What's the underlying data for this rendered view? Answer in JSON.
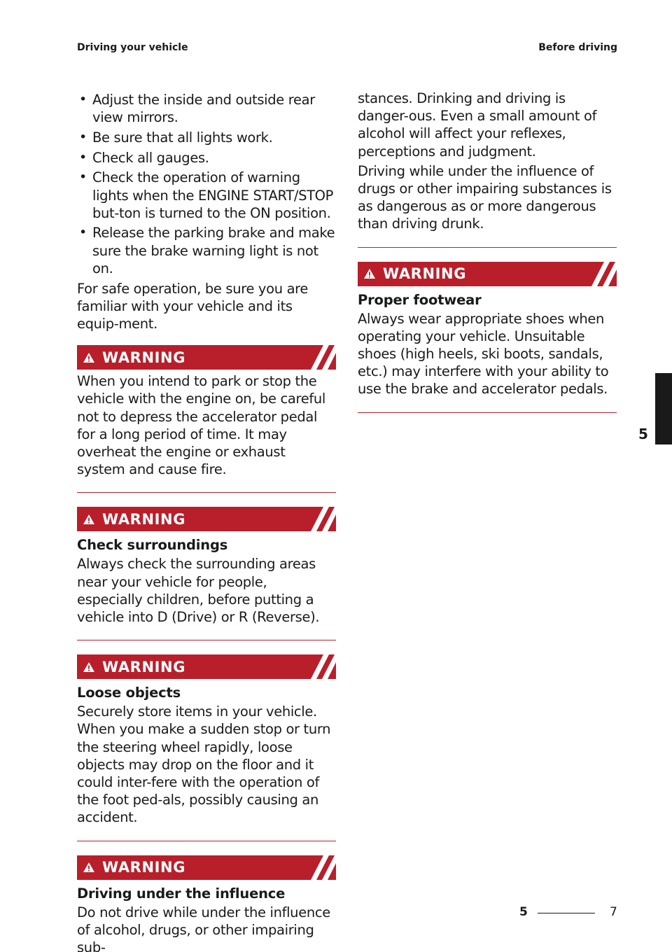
{
  "header": {
    "left": "Driving your vehicle",
    "right": "Before driving"
  },
  "left_column": {
    "bullets": [
      "Adjust the inside and outside rear view mirrors.",
      "Be sure that all lights work.",
      "Check all gauges.",
      "Check the operation of warning lights when the ENGINE START/STOP but-ton is turned to the ON position.",
      "Release the parking brake and make sure the brake warning light is not on."
    ],
    "intro_paragraph": "For safe operation, be sure you are familiar with your vehicle and its equip-ment.",
    "warnings": [
      {
        "title": "WARNING",
        "subheading": "",
        "body": "When you intend to park or stop the vehicle with the engine on, be careful not to depress the accelerator pedal for a long period of time. It may overheat the engine or exhaust system and cause fire."
      },
      {
        "title": "WARNING",
        "subheading": "Check surroundings",
        "body": "Always check the surrounding areas near your vehicle for people, especially children, before putting a vehicle into D (Drive) or R (Reverse)."
      },
      {
        "title": "WARNING",
        "subheading": "Loose objects",
        "body": "Securely store items in your vehicle. When you make a sudden stop or turn the steering wheel rapidly, loose objects may drop on the floor and it could inter-fere with the operation of the foot ped-als, possibly causing an accident."
      },
      {
        "title": "WARNING",
        "subheading": "Driving under the influence",
        "body": "Do not drive while under the influence of alcohol, drugs, or other impairing sub-"
      }
    ]
  },
  "right_column": {
    "continued_paragraphs": [
      "stances. Drinking and driving is danger-ous. Even a small amount of alcohol will affect your reflexes, perceptions and judgment.",
      "Driving while under the influence of drugs or other impairing substances is as dangerous as or more dangerous than driving drunk."
    ],
    "warning": {
      "title": "WARNING",
      "subheading": "Proper footwear",
      "body": "Always wear appropriate shoes when operating your vehicle. Unsuitable shoes (high heels, ski boots, sandals, etc.) may interfere with your ability to use the brake and accelerator pedals."
    }
  },
  "chapter_tab": "5",
  "footer": {
    "section": "5",
    "page": "7"
  },
  "colors": {
    "warning_red": "#b81f2b",
    "text": "#1a1a1a",
    "tab": "#1a1a1a"
  },
  "icons": {
    "warning": "warning-triangle-icon"
  }
}
